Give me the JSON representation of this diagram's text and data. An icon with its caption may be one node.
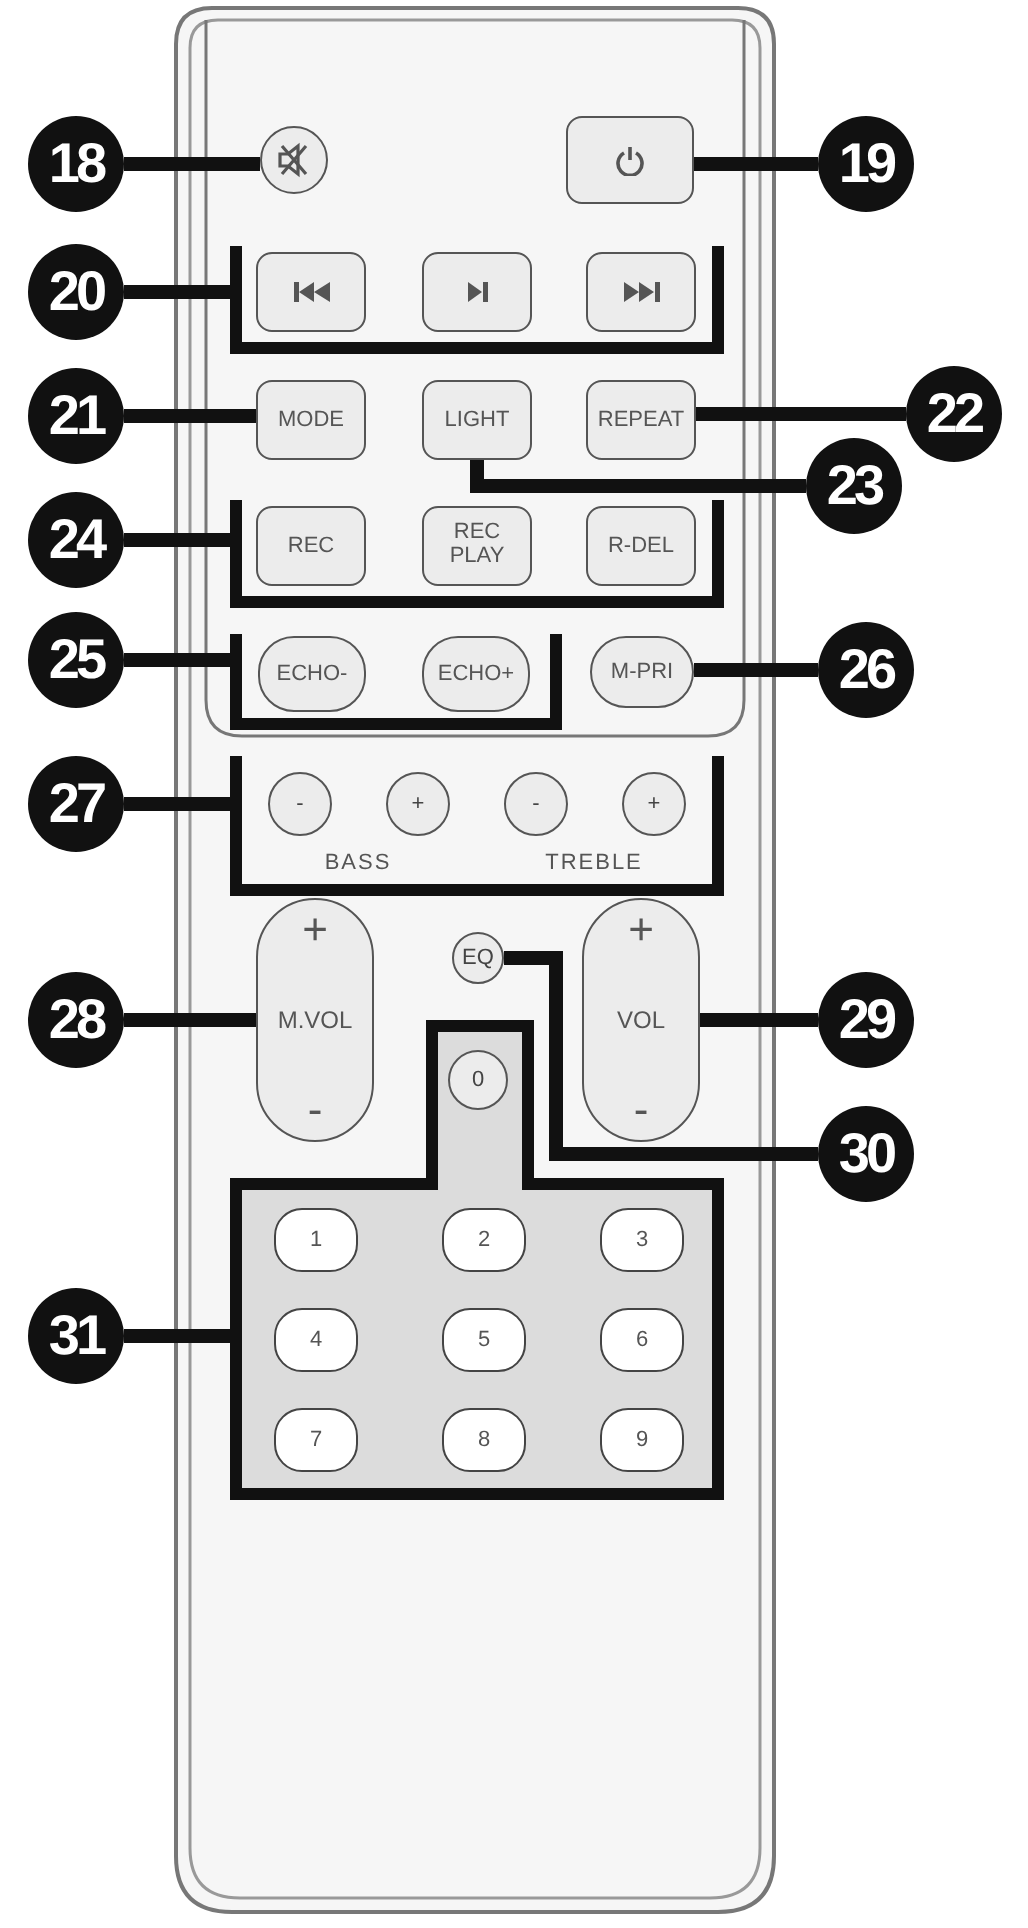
{
  "diagram": {
    "nodes": [
      {
        "text": [
          "18"
        ]
      },
      {
        "text": [],
        "shape": "circle"
      },
      {
        "text": [],
        "shape": "box"
      },
      {
        "text": [
          "19"
        ]
      },
      {
        "text": [
          "20"
        ]
      },
      {
        "text": [],
        "shape": "bracket"
      },
      {
        "text": [],
        "shape": "box",
        "in": 5
      },
      {
        "text": [],
        "shape": "box",
        "in": 5
      },
      {
        "text": [],
        "shape": "box",
        "in": 5
      },
      {
        "text": [
          "21"
        ]
      },
      {
        "text": [
          "MODE"
        ]
      },
      {
        "text": [
          "LIGHT"
        ]
      },
      {
        "text": [
          "REPEAT"
        ]
      },
      {
        "text": [
          "22"
        ]
      },
      {
        "text": [
          "23"
        ]
      },
      {
        "text": [
          "24"
        ]
      },
      {
        "text": [],
        "shape": "bracket"
      },
      {
        "text": [
          "REC"
        ],
        "in": 16
      },
      {
        "text": [
          "REC PLAY"
        ],
        "in": 16
      },
      {
        "text": [
          "R-DEL"
        ],
        "in": 16
      },
      {
        "text": [
          "25"
        ]
      },
      {
        "text": [],
        "shape": "bracket"
      },
      {
        "text": [
          "ECHO-"
        ],
        "in": 21
      },
      {
        "text": [
          "ECHO+"
        ],
        "in": 21
      },
      {
        "text": [
          "M-PRI"
        ]
      },
      {
        "text": [
          "26"
        ]
      },
      {
        "text": [
          "27"
        ]
      },
      {
        "text": [],
        "shape": "bracket"
      },
      {
        "text": [
          "-"
        ],
        "in": 27
      },
      {
        "text": [
          "+"
        ],
        "in": 27
      },
      {
        "text": [
          "-"
        ],
        "in": 27
      },
      {
        "text": [
          "+"
        ],
        "in": 27
      },
      {
        "text": [
          "28"
        ]
      },
      {
        "text": [
          "+",
          "M.VOL",
          "-"
        ]
      },
      {
        "text": [
          "EQ"
        ]
      },
      {
        "text": [
          "+",
          "VOL",
          "-"
        ]
      },
      {
        "text": [
          "29"
        ]
      },
      {
        "text": [
          "30"
        ]
      },
      {
        "text": [
          "31"
        ]
      },
      {
        "text": [],
        "shape": "box"
      },
      {
        "text": [
          "0"
        ],
        "in": 39
      },
      {
        "text": [
          "1"
        ],
        "in": 39
      },
      {
        "text": [
          "2"
        ],
        "in": 39
      },
      {
        "text": [
          "3"
        ],
        "in": 39
      },
      {
        "text": [
          "4"
        ],
        "in": 39
      },
      {
        "text": [
          "5"
        ],
        "in": 39
      },
      {
        "text": [
          "6"
        ],
        "in": 39
      },
      {
        "text": [
          "7"
        ],
        "in": 39
      },
      {
        "text": [
          "8"
        ],
        "in": 39
      },
      {
        "text": [
          "9"
        ],
        "in": 39
      }
    ],
    "edges": [
      {
        "from": 0,
        "to": 1,
        "arrow": "none"
      },
      {
        "from": 3,
        "to": 2,
        "arrow": "none"
      },
      {
        "from": 4,
        "to": 5,
        "arrow": "none"
      },
      {
        "from": 9,
        "to": 10,
        "arrow": "none"
      },
      {
        "from": 13,
        "to": 12,
        "arrow": "none"
      },
      {
        "from": 14,
        "to": 11,
        "arrow": "none"
      },
      {
        "from": 15,
        "to": 16,
        "arrow": "none"
      },
      {
        "from": 20,
        "to": 21,
        "arrow": "none"
      },
      {
        "from": 25,
        "to": 24,
        "arrow": "none"
      },
      {
        "from": 26,
        "to": 27,
        "arrow": "none"
      },
      {
        "from": 32,
        "to": 33,
        "arrow": "none"
      },
      {
        "from": 36,
        "to": 35,
        "arrow": "none"
      },
      {
        "from": 37,
        "to": 34,
        "arrow": "none"
      },
      {
        "from": 38,
        "to": 39,
        "arrow": "none"
      }
    ],
    "labels": [
      "BASS",
      "TREBLE"
    ]
  }
}
